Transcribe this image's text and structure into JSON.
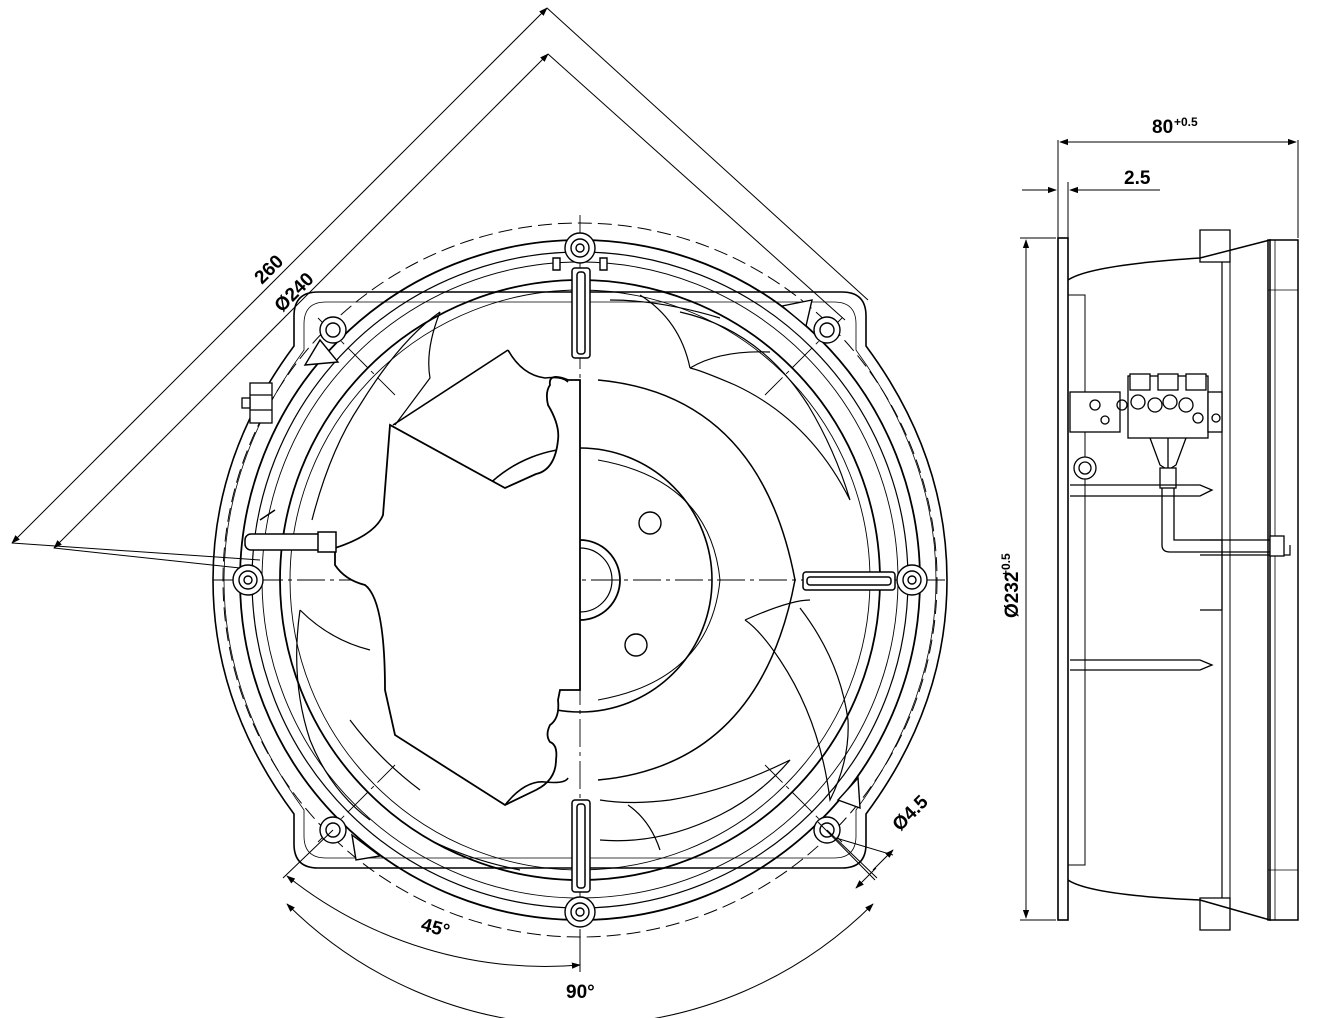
{
  "drawing": {
    "line_color": "#000000",
    "background": "#ffffff"
  },
  "front_view": {
    "dim_diag_outer": "260",
    "dim_diag_inner": "Ø240",
    "dim_hole": "Ø4.5",
    "angle_inner": "45°",
    "angle_outer": "90°"
  },
  "side_view": {
    "dim_depth": "80",
    "dim_depth_tol": "+0.5",
    "dim_flange": "2.5",
    "dim_diameter": "Ø232",
    "dim_diameter_tol": "+0.5"
  }
}
